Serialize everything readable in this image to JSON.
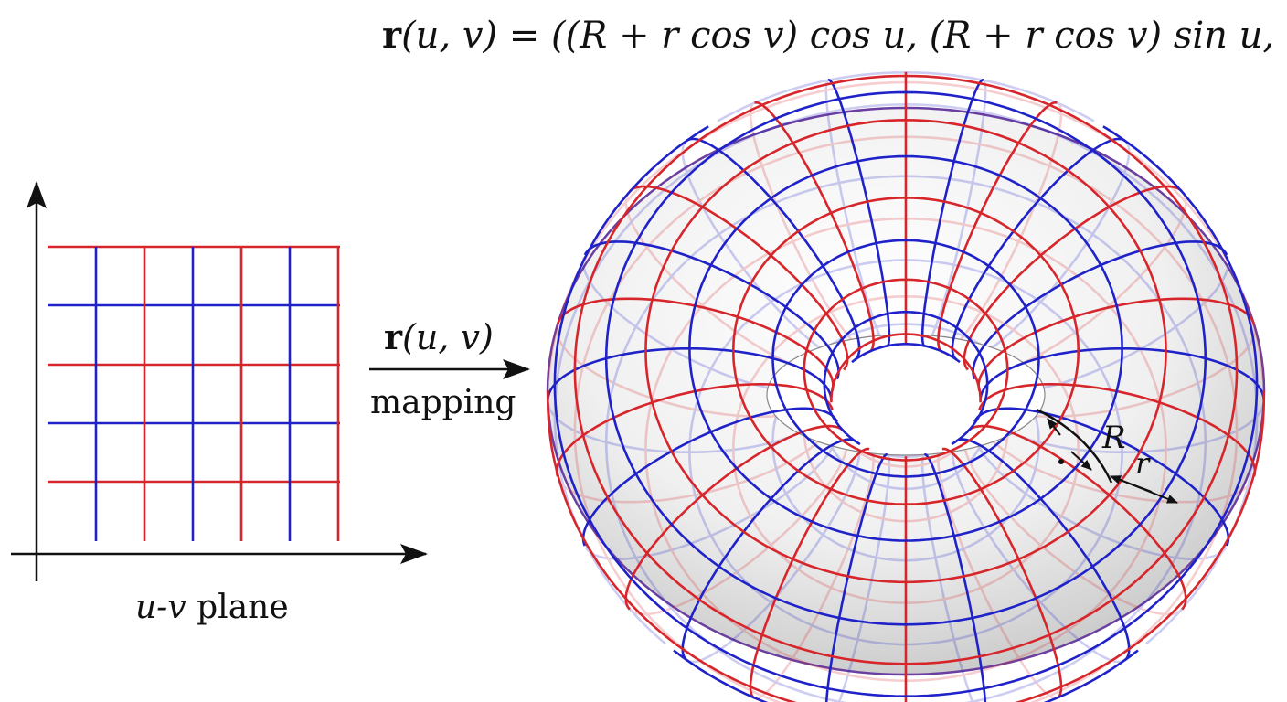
{
  "formula": {
    "lhs_bold": "r",
    "lhs_args": "(u, v) = ",
    "rhs": "((R + r cos v) cos u, (R + r cos v) sin u, r sin v)"
  },
  "plane": {
    "caption_var": "u-v",
    "caption_word": " plane"
  },
  "mapping": {
    "bold": "r",
    "args": "(u, v)",
    "word": "mapping"
  },
  "torus": {
    "major_label": "R",
    "minor_label": "r"
  },
  "colors": {
    "red": "#d7262b",
    "blue": "#1f22c8",
    "ink": "#111111"
  }
}
